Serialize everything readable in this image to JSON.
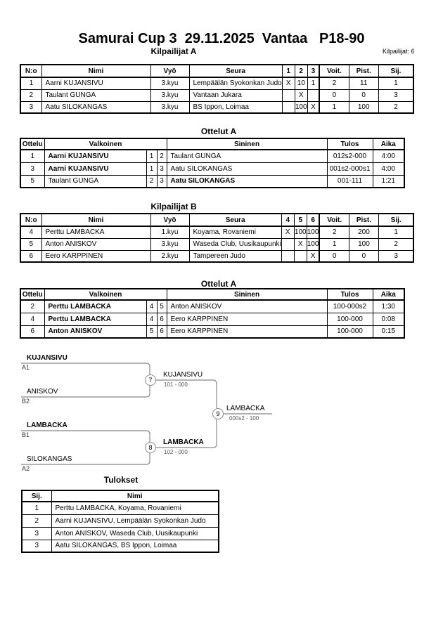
{
  "page": {
    "title": "Samurai Cup 3  29.11.2025  Vantaa   P18-90",
    "competitors_count": "Kilpailijat: 6"
  },
  "group_a": {
    "heading": "Kilpailijat A",
    "columns": [
      "N:o",
      "Nimi",
      "Vyö",
      "Seura",
      "1",
      "2",
      "3",
      "Voit.",
      "Pist.",
      "Sij."
    ],
    "rows": [
      {
        "no": "1",
        "name": "Aarni KUJANSIVU",
        "belt": "3.kyu",
        "club": "Lempäälän Syokonkan Judo",
        "c1": "X",
        "c2": "10",
        "c3": "",
        "wins": "2",
        "points": "11",
        "place": "1"
      },
      {
        "no": "2",
        "name": "Taulant GUNGA",
        "belt": "3.kyu",
        "club": "Vantaan Jukara",
        "c1": "",
        "c2": "X",
        "c3": "",
        "wins": "0",
        "points": "0",
        "place": "3"
      },
      {
        "no": "3",
        "name": "Aatu SILOKANGAS",
        "belt": "3.kyu",
        "club": "BS Ippon, Loimaa",
        "c1": "",
        "c2": "100",
        "c3": "X",
        "wins": "1",
        "points": "100",
        "place": "2"
      }
    ]
  },
  "group_a_row1_c3": "1",
  "matches_a": {
    "heading": "Ottelut A",
    "columns": {
      "ottelu": "Ottelu",
      "valkoinen": "Valkoinen",
      "sininen": "Sininen",
      "tulos": "Tulos",
      "aika": "Aika"
    },
    "rows": [
      {
        "match": "1",
        "white": "Aarni KUJANSIVU",
        "white_no": "1",
        "blue_no": "2",
        "blue": "Taulant GUNGA",
        "result": "012s2-000",
        "time": "4:00"
      },
      {
        "match": "3",
        "white": "Aarni KUJANSIVU",
        "white_no": "1",
        "blue_no": "3",
        "blue": "Aatu SILOKANGAS",
        "result": "001s2-000s1",
        "time": "4:00"
      },
      {
        "match": "5",
        "white": "Taulant GUNGA",
        "white_no": "2",
        "blue_no": "3",
        "blue": "Aatu SILOKANGAS",
        "result": "001-111",
        "time": "1:21"
      }
    ]
  },
  "group_b": {
    "heading": "Kilpailijat B",
    "columns": [
      "N:o",
      "Nimi",
      "Vyö",
      "Seura",
      "4",
      "5",
      "6",
      "Voit.",
      "Pist.",
      "Sij."
    ],
    "rows": [
      {
        "no": "4",
        "name": "Perttu LAMBACKA",
        "belt": "1.kyu",
        "club": "Koyama, Rovaniemi",
        "c1": "X",
        "c2": "100",
        "c3": "100",
        "wins": "2",
        "points": "200",
        "place": "1"
      },
      {
        "no": "5",
        "name": "Anton ANISKOV",
        "belt": "3.kyu",
        "club": "Waseda Club, Uusikaupunki",
        "c1": "",
        "c2": "X",
        "c3": "100",
        "wins": "1",
        "points": "100",
        "place": "2"
      },
      {
        "no": "6",
        "name": "Eero KARPPINEN",
        "belt": "2.kyu",
        "club": "Tampereen Judo",
        "c1": "",
        "c2": "",
        "c3": "X",
        "wins": "0",
        "points": "0",
        "place": "3"
      }
    ]
  },
  "matches_b": {
    "heading": "Ottelut A",
    "columns": {
      "ottelu": "Ottelu",
      "valkoinen": "Valkoinen",
      "sininen": "Sininen",
      "tulos": "Tulos",
      "aika": "Aika"
    },
    "rows": [
      {
        "match": "2",
        "white": "Perttu LAMBACKA",
        "white_no": "4",
        "blue_no": "5",
        "blue": "Anton ANISKOV",
        "result": "100-000s2",
        "time": "1:30"
      },
      {
        "match": "4",
        "white": "Perttu LAMBACKA",
        "white_no": "4",
        "blue_no": "6",
        "blue": "Eero KARPPINEN",
        "result": "100-000",
        "time": "0:08"
      },
      {
        "match": "6",
        "white": "Anton ANISKOV",
        "white_no": "5",
        "blue_no": "6",
        "blue": "Eero KARPPINEN",
        "result": "100-000",
        "time": "0:15"
      }
    ]
  },
  "bracket": {
    "semifinal_1": {
      "top_name": "KUJANSIVU",
      "top_seed": "A1",
      "bottom_name": "ANISKOV",
      "bottom_seed": "B2",
      "match_no": "7",
      "winner": "KUJANSIVU",
      "score": "101 - 000"
    },
    "semifinal_2": {
      "top_name": "LAMBACKA",
      "top_seed": "B1",
      "bottom_name": "SILOKANGAS",
      "bottom_seed": "A2",
      "match_no": "8",
      "winner": "LAMBACKA",
      "score": "102 - 000"
    },
    "final": {
      "match_no": "9",
      "winner": "LAMBACKA",
      "score": "000s2 - 100"
    }
  },
  "results": {
    "heading": "Tulokset",
    "columns": [
      "Sij.",
      "Nimi"
    ],
    "rows": [
      {
        "place": "1",
        "name": "Perttu LAMBACKA, Koyama, Rovaniemi"
      },
      {
        "place": "2",
        "name": "Aarni KUJANSIVU, Lempäälän Syokonkan Judo"
      },
      {
        "place": "3",
        "name": "Anton ANISKOV, Waseda Club, Uusikaupunki"
      },
      {
        "place": "3",
        "name": "Aatu SILOKANGAS, BS Ippon, Loimaa"
      }
    ]
  },
  "colors": {
    "text": "#000000",
    "bracket_line": "#888888",
    "bracket_score_text": "#555555",
    "background": "#ffffff"
  }
}
